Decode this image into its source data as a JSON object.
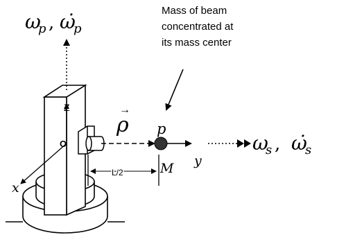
{
  "labels": {
    "omega_p": "ω",
    "omega_p_sub": "p",
    "comma_p": ",",
    "omegadot_p": "ω̇",
    "omegadot_p_sub": "p",
    "note_line1": "Mass of beam",
    "note_line2": "concentrated at",
    "note_line3": "its mass center",
    "z_axis": "Z",
    "origin": "O",
    "rho": "ρ",
    "rho_arrow": "→",
    "point_p": "p",
    "y_axis": "y",
    "x_axis": "x",
    "half_length": "L/2",
    "point_m": "M",
    "omega_s": "ω",
    "omega_s_sub": "s",
    "comma_s": ",",
    "omegadot_s": "ω̇",
    "omegadot_s_sub": "s"
  },
  "colors": {
    "stroke": "#000000",
    "mass_fill": "#333333",
    "background": "#ffffff"
  }
}
